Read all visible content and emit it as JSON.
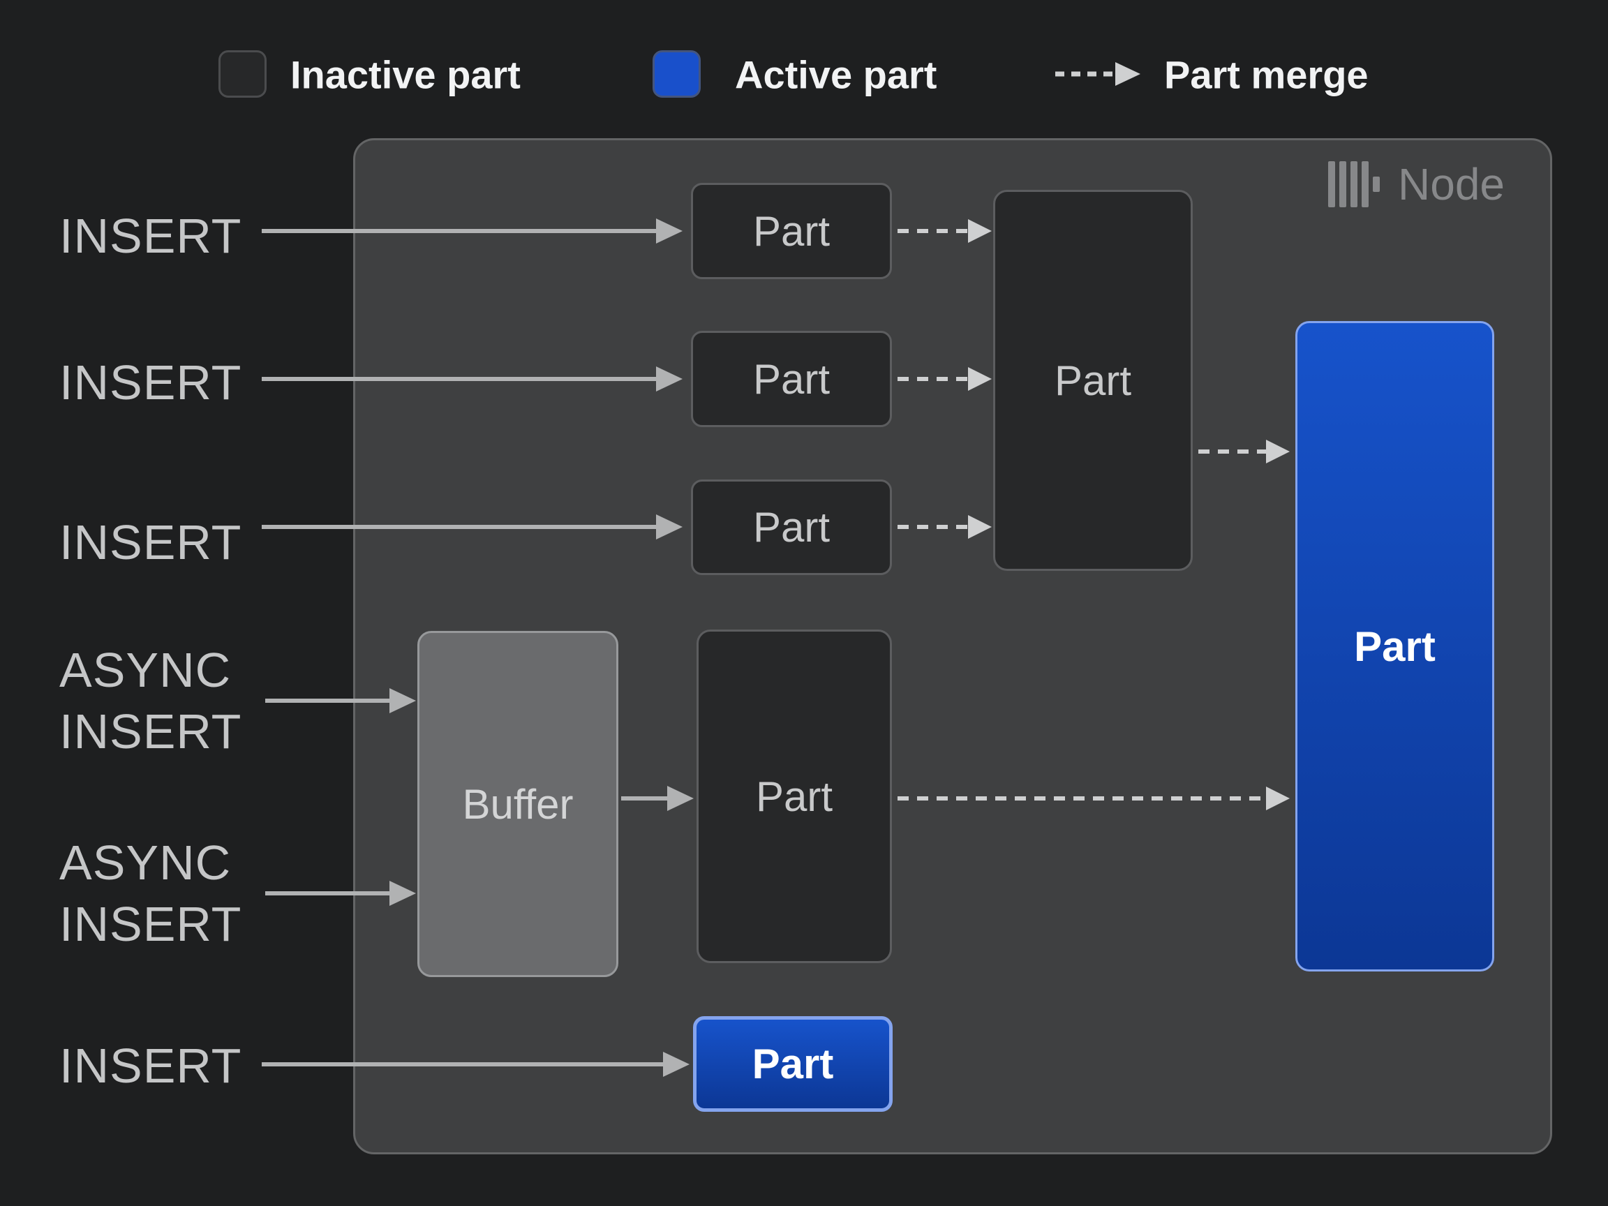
{
  "legend": {
    "inactive_label": "Inactive part",
    "active_label": "Active part",
    "merge_label": "Part merge",
    "merge_icon": "dashed-arrow-icon"
  },
  "node": {
    "title": "Node",
    "logo_icon": "clickhouse-logo-icon"
  },
  "inputs": {
    "insert_1": "INSERT",
    "insert_2": "INSERT",
    "insert_3": "INSERT",
    "async_insert_1": "ASYNC\nINSERT",
    "async_insert_2": "ASYNC\nINSERT",
    "insert_4": "INSERT"
  },
  "parts": {
    "part_1": "Part",
    "part_2": "Part",
    "part_3": "Part",
    "merge_target": "Part",
    "buffer": "Buffer",
    "buffered_part": "Part",
    "active_large": "Part",
    "active_small": "Part"
  },
  "colors": {
    "page_bg": "#1e1f20",
    "node_bg": "#3f4041",
    "node_border": "#646566",
    "inactive_fill": "#272829",
    "inactive_border": "#5c5d5f",
    "buffer_fill": "#6a6b6d",
    "buffer_border": "#97999b",
    "active_top": "#1753cb",
    "active_bottom": "#0c3795",
    "active_border": "#84a4ee",
    "arrow_solid": "#b1b2b3",
    "arrow_dashed": "#cfd0d1",
    "label_text": "#c5c6c7",
    "part_text": "#c8c9ca",
    "buffer_text": "#d4d5d6",
    "active_text": "#ffffff",
    "legend_text": "#f2f3f4",
    "node_title": "#87888a"
  }
}
